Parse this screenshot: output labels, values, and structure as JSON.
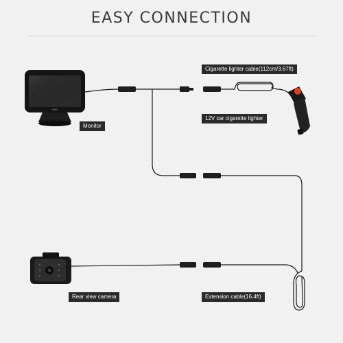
{
  "title": "EASY CONNECTION",
  "brand": "YIMU",
  "labels": {
    "cigarette_cable": "Cigarette lighter cable(112cm/3.67ft)",
    "cigarette_lighter": "12V car cigarette lighter",
    "monitor": "Monitor",
    "rear_camera": "Rear view camera",
    "extension_cable": "Extension cable(16.4ft)"
  },
  "colors": {
    "lighter_button": "#e0401a"
  }
}
